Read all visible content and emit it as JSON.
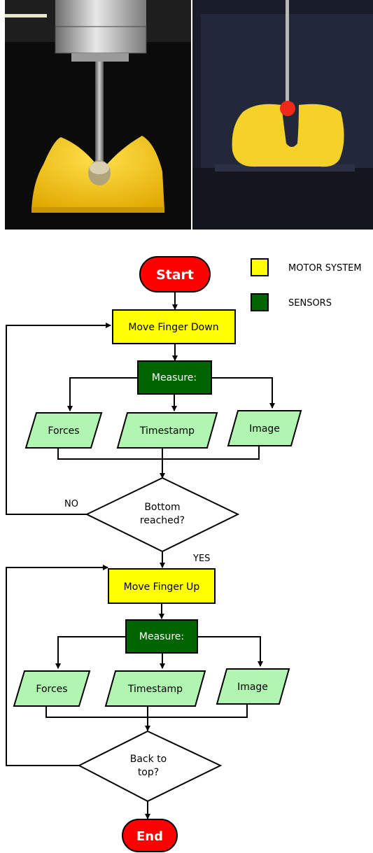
{
  "legend": {
    "motor_label": "MOTOR SYSTEM",
    "sensors_label": "SENSORS",
    "motor_color": "#ffff00",
    "sensors_color": "#006400"
  },
  "colors": {
    "terminal": "#ff0000",
    "output": "#b0f5b0",
    "decision": "#ffffff"
  },
  "flow": {
    "start": "Start",
    "move_down": "Move Finger Down",
    "measure_1": "Measure:",
    "forces_1": "Forces",
    "timestamp_1": "Timestamp",
    "image_1": "Image",
    "decision_1_line1": "Bottom",
    "decision_1_line2": "reached?",
    "no_label": "NO",
    "yes_label": "YES",
    "move_up": "Move Finger Up",
    "measure_2": "Measure:",
    "forces_2": "Forces",
    "timestamp_2": "Timestamp",
    "image_2": "Image",
    "decision_2_line1": "Back to",
    "decision_2_line2": "top?",
    "end": "End"
  }
}
